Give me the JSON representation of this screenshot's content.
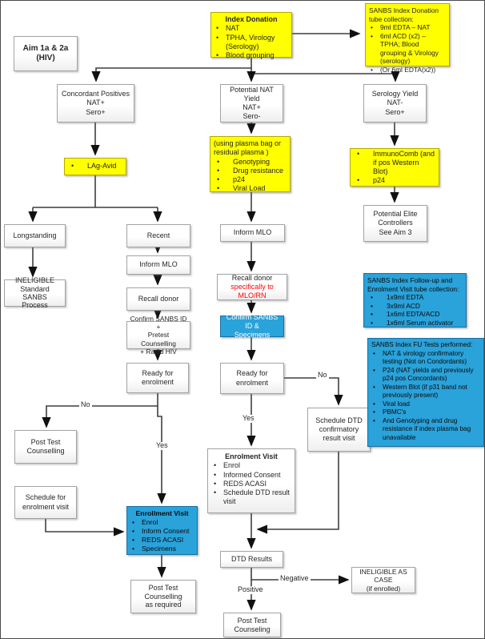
{
  "colors": {
    "yellow": "#FFFF00",
    "blue": "#2AA2DA",
    "red": "#FF0000",
    "line": "#3f3f3f"
  },
  "nodes": {
    "aim": {
      "lines": [
        "Aim 1a & 2a",
        "(HIV)"
      ]
    },
    "index_donation": {
      "title": "Index Donation",
      "bullets": [
        "NAT",
        "TPHA, Virology (Serology)",
        "Blood grouping"
      ]
    },
    "tube_collection": {
      "heading": "SANBS Index Donation tube collection:",
      "bullets": [
        "9ml EDTA – NAT",
        "6ml ACD (x2) – TPHA; Blood grouping & Virology (serology)",
        "(Or 6ml EDTA(x2))"
      ]
    },
    "concordant": {
      "lines": [
        "Concordant Positives",
        "NAT+",
        "Sero+"
      ]
    },
    "nat_yield": {
      "lines": [
        "Potential NAT Yield",
        "NAT+",
        "Sero-"
      ]
    },
    "serology_yield": {
      "lines": [
        "Serology Yield",
        "NAT-",
        "Sero+"
      ]
    },
    "lag_avid": {
      "bullets": [
        "LAg-Avid"
      ]
    },
    "plasma_tests": {
      "heading_lines": [
        "(using plasma bag or",
        "residual plasma )"
      ],
      "bullets": [
        "Genotyping",
        "Drug resistance",
        "p24",
        "Viral Load"
      ]
    },
    "immunocomb": {
      "bullets": [
        "ImmunoComb (and if pos Western Blot)",
        "p24"
      ]
    },
    "elite": {
      "lines": [
        "Potential Elite",
        "Controllers",
        "See Aim 3"
      ]
    },
    "longstanding": {
      "label": "Longstanding"
    },
    "ineligible_sanbs": {
      "lines": [
        "INELIGIBLE",
        "Standard SANBS",
        "Process"
      ]
    },
    "recent": {
      "label": "Recent"
    },
    "inform_mlo_left": {
      "label": "Inform MLO"
    },
    "recall_donor_left": {
      "label": "Recall donor"
    },
    "confirm_pretest": {
      "lines": [
        "Confirm SANBS ID +",
        "Pretest Counselling",
        "+ Rapid HIV"
      ]
    },
    "ready_left": {
      "lines": [
        "Ready for",
        "enrolment"
      ]
    },
    "inform_mlo_mid": {
      "label": "Inform MLO"
    },
    "recall_donor_mid": {
      "line1": "Recall donor",
      "line2": "specifically to MLO/RN"
    },
    "confirm_specimens": {
      "lines": [
        "Confirm SANBS ID &",
        "Specimens"
      ]
    },
    "ready_mid": {
      "lines": [
        "Ready for",
        "enrolment"
      ]
    },
    "schedule_dtd": {
      "lines": [
        "Schedule DTD",
        "confirmatory",
        "result visit"
      ]
    },
    "post_test_left": {
      "lines": [
        "Post Test",
        "Counselling"
      ]
    },
    "schedule_enrolment": {
      "lines": [
        "Schedule for",
        "enrolment visit"
      ]
    },
    "enrollment_blue": {
      "title": "Enrollment Visit",
      "bullets": [
        "Enrol",
        "Inform Consent",
        "REDS ACASI",
        "Specimens"
      ]
    },
    "post_test_required": {
      "lines": [
        "Post Test",
        "Counselling",
        "as required"
      ]
    },
    "enrolment_white": {
      "title": "Enrolment Visit",
      "bullets": [
        "Enrol",
        "Informed Consent",
        "REDS ACASI",
        "Schedule DTD result visit"
      ]
    },
    "dtd_results": {
      "label": "DTD Results"
    },
    "ineligible_case": {
      "lines": [
        "INELIGIBLE AS CASE",
        "(if enrolled)"
      ]
    },
    "post_test_bottom": {
      "lines": [
        "Post Test",
        "Counseling"
      ]
    },
    "followup_tubes": {
      "heading_lines": [
        "SANBS Index Follow-up and",
        "Enrolment Visit tube collection:"
      ],
      "bullets": [
        "1x9ml EDTA",
        "3x9ml ACD",
        "1x6ml EDTA/ACD",
        "1x6ml Serum activator"
      ]
    },
    "fu_tests": {
      "heading": "SANBS Index FU Tests performed:",
      "bullets": [
        "NAT & virology confirmatory testing (Not on Condordants)",
        "P24 (NAT yields and previously p24 pos Concordants)",
        "Western Blot (if p31 band not previously present)",
        "Viral load",
        "PBMC's",
        "And Genotyping and drug resistance if index plasma bag unavailable"
      ]
    }
  },
  "edge_labels": {
    "no_left": "No",
    "yes_left": "Yes",
    "no_mid": "No",
    "yes_mid": "Yes",
    "negative": "Negative",
    "positive": "Positive"
  }
}
